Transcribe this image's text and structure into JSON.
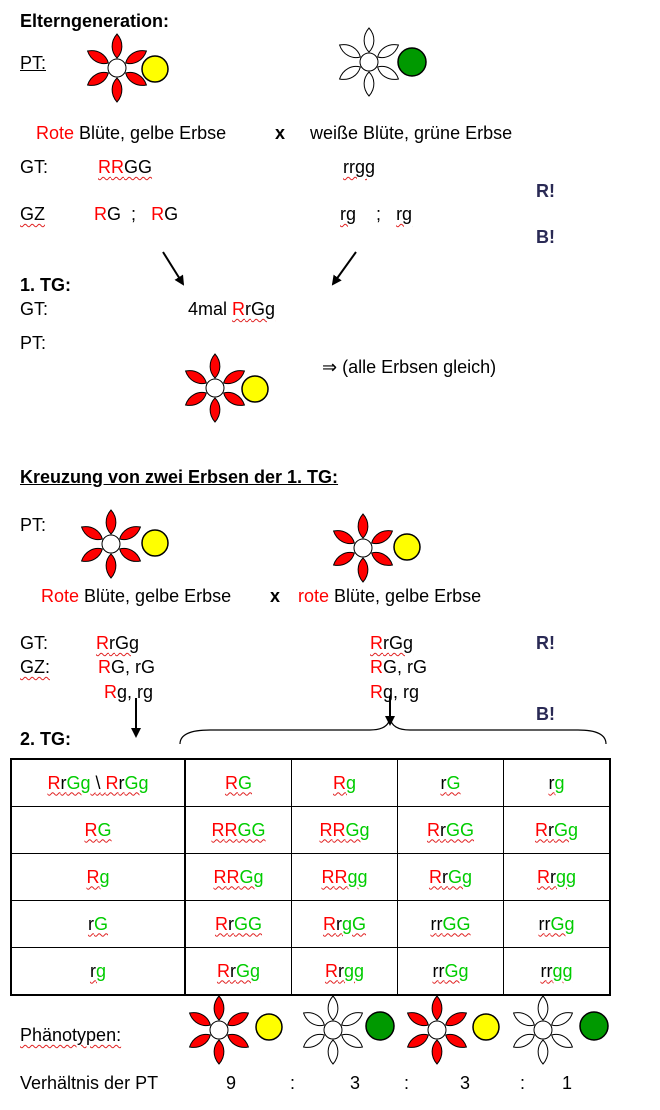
{
  "title": "Elterngeneration:",
  "pt_label": "PT:",
  "gt_label": "GT:",
  "gz_label": "GZ",
  "gz_label2": "GZ:",
  "p_gen": {
    "left_phenotype": {
      "color_word": "Rote",
      "rest": " Blüte, gelbe Erbse"
    },
    "cross": "x",
    "right_phenotype": "weiße Blüte, grüne Erbse",
    "left_genotype": "RRGG",
    "right_genotype": "rrgg",
    "left_gametes": [
      "RG",
      ";",
      "RG"
    ],
    "right_gametes": [
      "rg",
      ";",
      "rg"
    ],
    "r_note": "R!",
    "b_note": "B!"
  },
  "tg1": {
    "title": "1. TG:",
    "genotype_prefix": "4mal ",
    "genotype": "RrGg",
    "note": "⇒ (alle Erbsen gleich)"
  },
  "cross2": {
    "title": "Kreuzung von zwei Erbsen der 1. TG:",
    "left_phenotype": {
      "color_word": "Rote",
      "rest": " Blüte, gelbe Erbse"
    },
    "cross": "x",
    "right_phenotype": {
      "color_word": "rote",
      "rest": " Blüte, gelbe Erbse"
    },
    "left_genotype": "RrGg",
    "right_genotype": "RrGg",
    "left_gametes_line1": "RG, rG",
    "left_gametes_line2": "Rg, rg",
    "right_gametes_line1": "RG, rG",
    "right_gametes_line2": "Rg, rg",
    "r_note": "R!",
    "b_note": "B!"
  },
  "tg2": {
    "title": "2. TG:",
    "corner": "RrGg \\ RrGg",
    "columns": [
      "RG",
      "Rg",
      "rG",
      "rg"
    ],
    "rows": [
      {
        "gamete": "RG",
        "cells": [
          "RRGG",
          "RRGg",
          "RrGG",
          "RrGg"
        ]
      },
      {
        "gamete": "Rg",
        "cells": [
          "RRGg",
          "RRgg",
          "RrGg",
          "Rrgg"
        ]
      },
      {
        "gamete": "rG",
        "cells": [
          "RrGG",
          "RrgG",
          "rrGG",
          "rrGg"
        ]
      },
      {
        "gamete": "rg",
        "cells": [
          "RrGg",
          "Rrgg",
          "rrGg",
          "rrgg"
        ]
      }
    ]
  },
  "phenotypes_label": "Phänotypen:",
  "ratio": {
    "label": "Verhältnis der PT",
    "values": [
      "9",
      "3",
      "3",
      "1"
    ],
    "separator": ":"
  },
  "colors": {
    "red": "#ff0000",
    "yellow": "#ffff00",
    "green": "#009900",
    "gene_green": "#00cc00"
  }
}
